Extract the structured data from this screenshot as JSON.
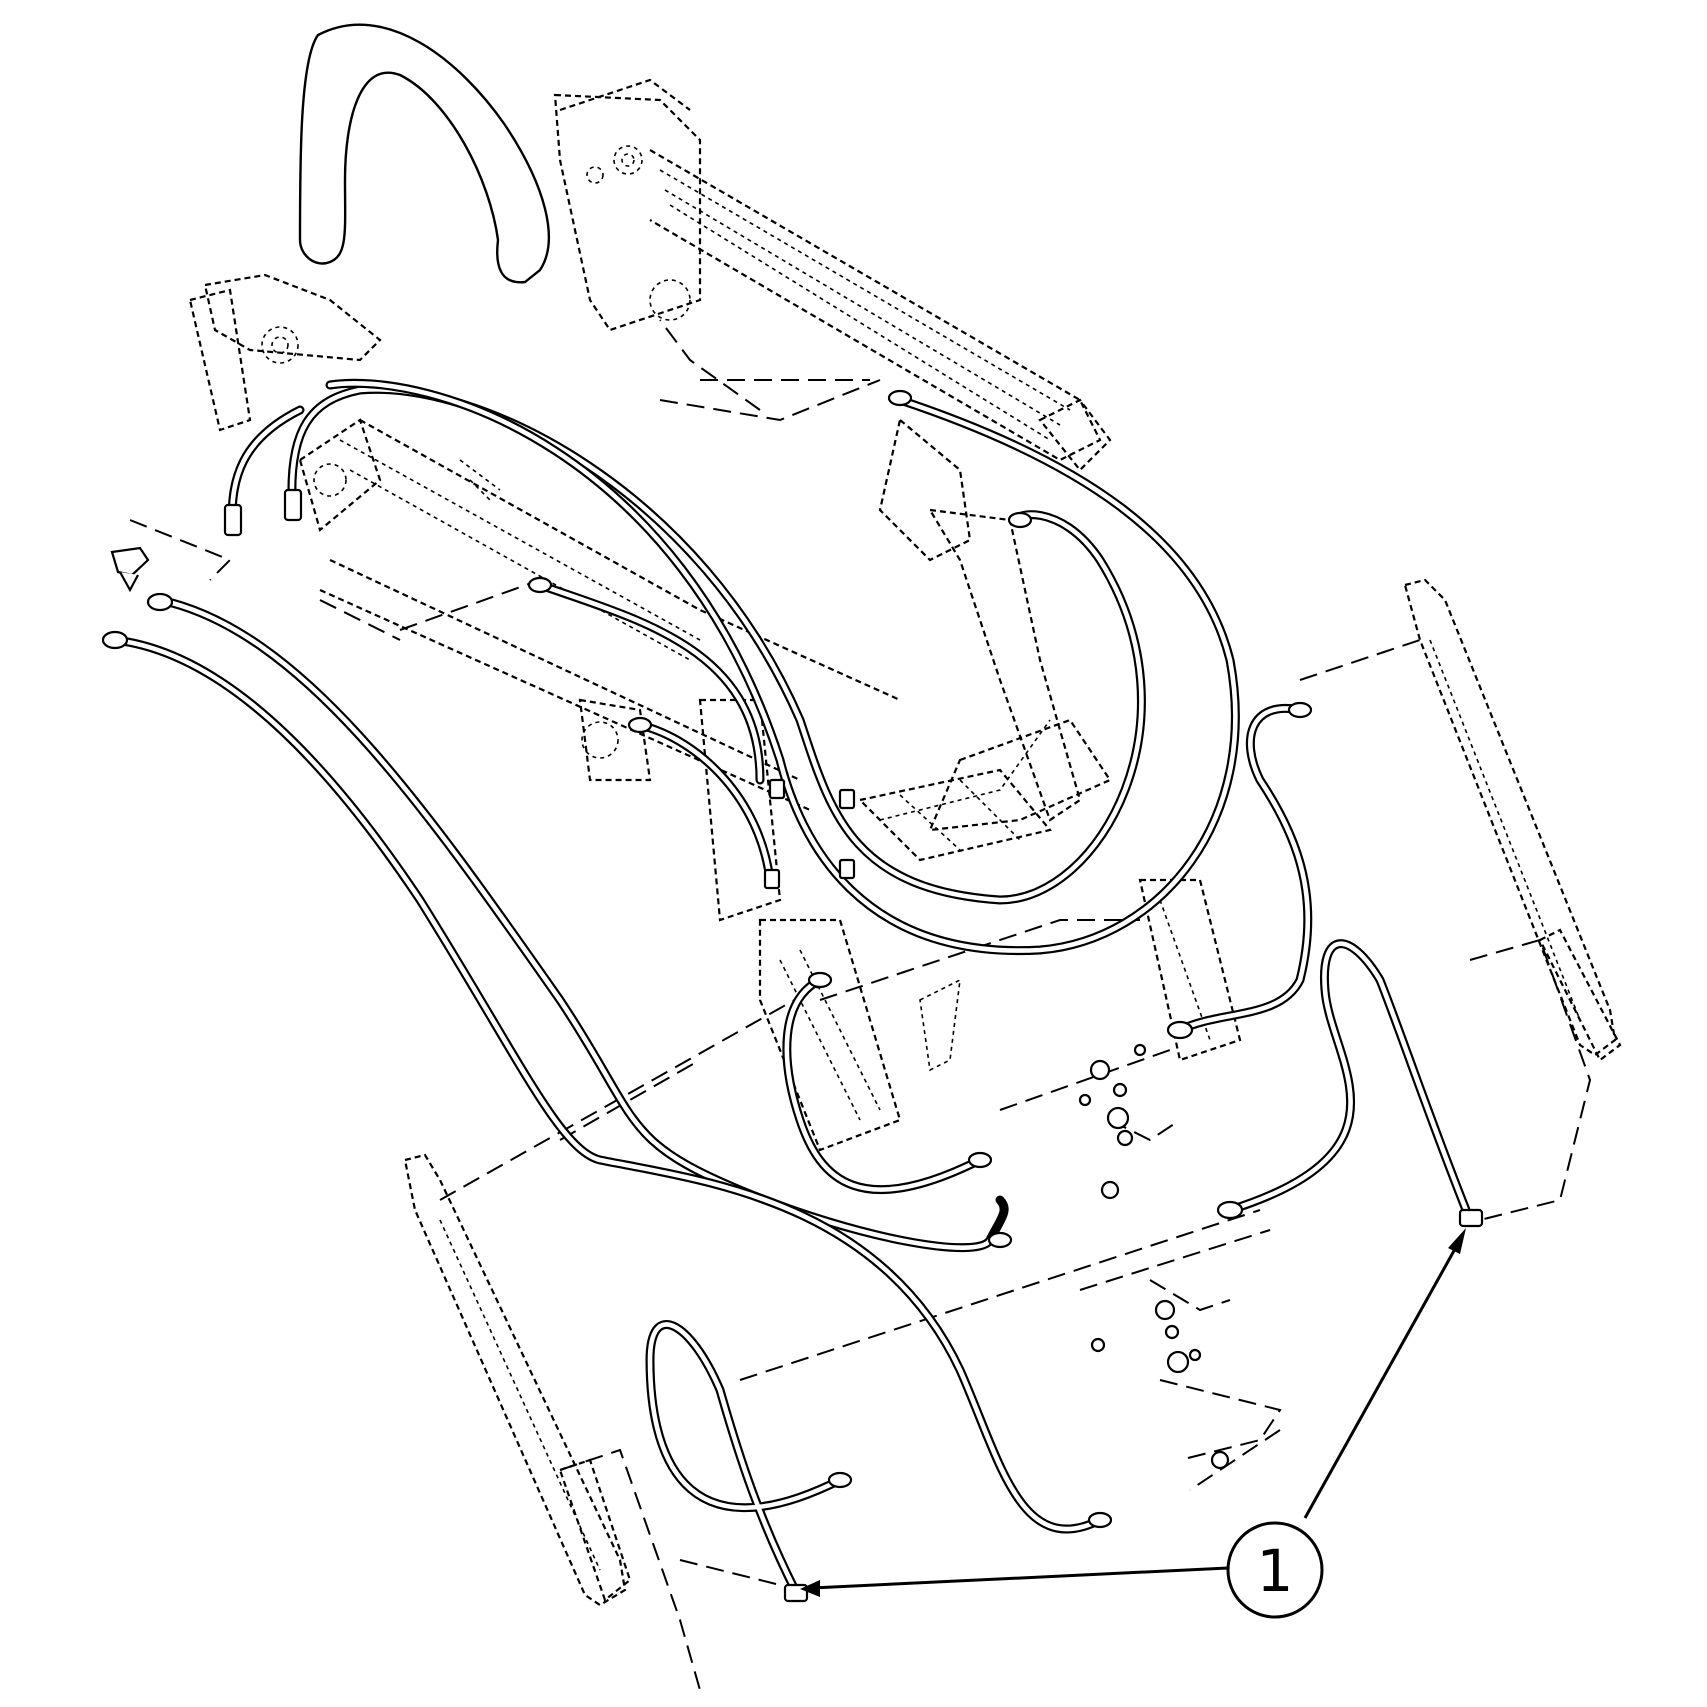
{
  "diagram": {
    "type": "exploded-parts-view",
    "callouts": [
      {
        "label": "1",
        "targets": 2
      }
    ],
    "colors": {
      "line": "#000000",
      "background": "#ffffff"
    }
  }
}
